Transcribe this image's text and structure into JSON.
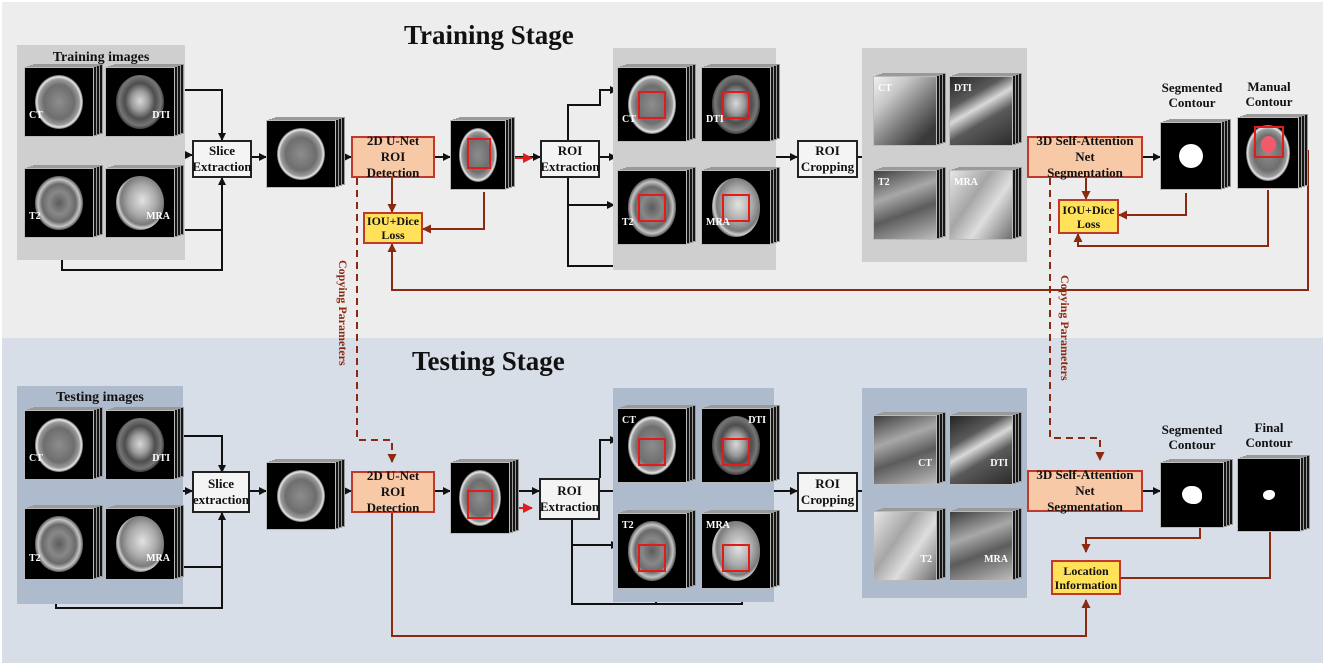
{
  "training": {
    "title": "Training Stage",
    "images_panel_title": "Training images",
    "slice_box": [
      "Slice",
      "Extraction"
    ],
    "unet_box": [
      "2D U-Net",
      "ROI Detection"
    ],
    "roi_extraction_box": [
      "ROI",
      "Extraction"
    ],
    "roi_cropping_box": [
      "ROI",
      "Cropping"
    ],
    "seg_box": [
      "3D Self-Attention Net",
      "Segmentation"
    ],
    "loss_box_1": [
      "IOU+Dice",
      "Loss"
    ],
    "loss_box_2": [
      "IOU+Dice",
      "Loss"
    ],
    "segmented_label": [
      "Segmented",
      "Contour"
    ],
    "manual_label": [
      "Manual",
      "Contour"
    ]
  },
  "testing": {
    "title": "Testing Stage",
    "images_panel_title": "Testing images",
    "slice_box": [
      "Slice",
      "extraction"
    ],
    "unet_box": [
      "2D U-Net",
      "ROI Detection"
    ],
    "roi_extraction_box": [
      "ROI",
      "Extraction"
    ],
    "roi_cropping_box": [
      "ROI",
      "Cropping"
    ],
    "seg_box": [
      "3D Self-Attention Net",
      "Segmentation"
    ],
    "location_box": [
      "Location",
      "Information"
    ],
    "segmented_label": [
      "Segmented",
      "Contour"
    ],
    "final_label": [
      "Final",
      "Contour"
    ]
  },
  "copy_label_left": "Copying Parameters",
  "copy_label_right": "Copying Parameters",
  "modality_labels": {
    "ct": "CT",
    "dti": "DTI",
    "t2": "T2",
    "mra": "MRA"
  },
  "colors": {
    "arrow_dark": "#111111",
    "arrow_red": "#8b2a10",
    "roi_red": "#e21b1b",
    "unet_fill": "#f7c9a7",
    "loss_fill": "#ffe15a",
    "train_bg": "#ededed",
    "test_bg": "#d7dee8"
  }
}
